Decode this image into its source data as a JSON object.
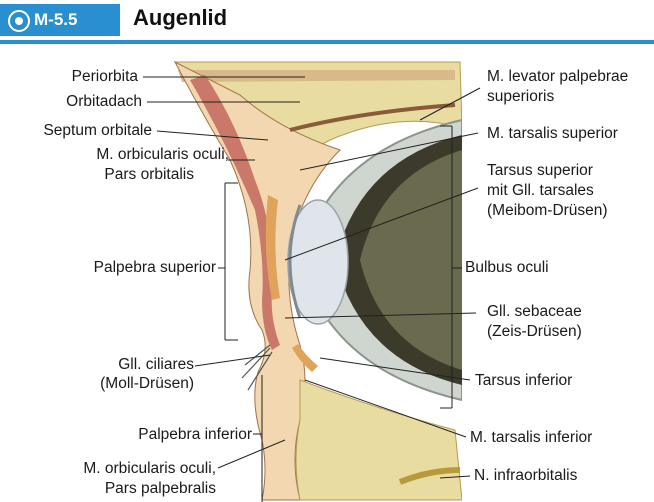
{
  "header": {
    "figure_id": "M-5.5",
    "title": "Augenlid",
    "accent_color": "#2a8fd0",
    "icon": "target-icon"
  },
  "labels_left": {
    "periorbita": "Periorbita",
    "orbitadach": "Orbitadach",
    "septum_orbitale": "Septum orbitale",
    "orbicularis_orbitalis_1": "M. orbicularis oculi,",
    "orbicularis_orbitalis_2": "Pars orbitalis",
    "palpebra_superior": "Palpebra superior",
    "gll_ciliares_1": "Gll. ciliares",
    "gll_ciliares_2": "(Moll-Drüsen)",
    "palpebra_inferior": "Palpebra inferior",
    "orbicularis_palpebralis_1": "M. orbicularis oculi,",
    "orbicularis_palpebralis_2": "Pars palpebralis"
  },
  "labels_right": {
    "levator_1": "M. levator palpebrae",
    "levator_2": "superioris",
    "tarsalis_superior": "M. tarsalis superior",
    "tarsus_superior_1": "Tarsus superior",
    "tarsus_superior_2": "mit Gll. tarsales",
    "tarsus_superior_3": "(Meibom-Drüsen)",
    "bulbus_oculi": "Bulbus oculi",
    "gll_sebaceae_1": "Gll. sebaceae",
    "gll_sebaceae_2": "(Zeis-Drüsen)",
    "tarsus_inferior": "Tarsus inferior",
    "tarsalis_inferior": "M. tarsalis  inferior",
    "infraorbitalis": "N. infraorbitalis"
  }
}
